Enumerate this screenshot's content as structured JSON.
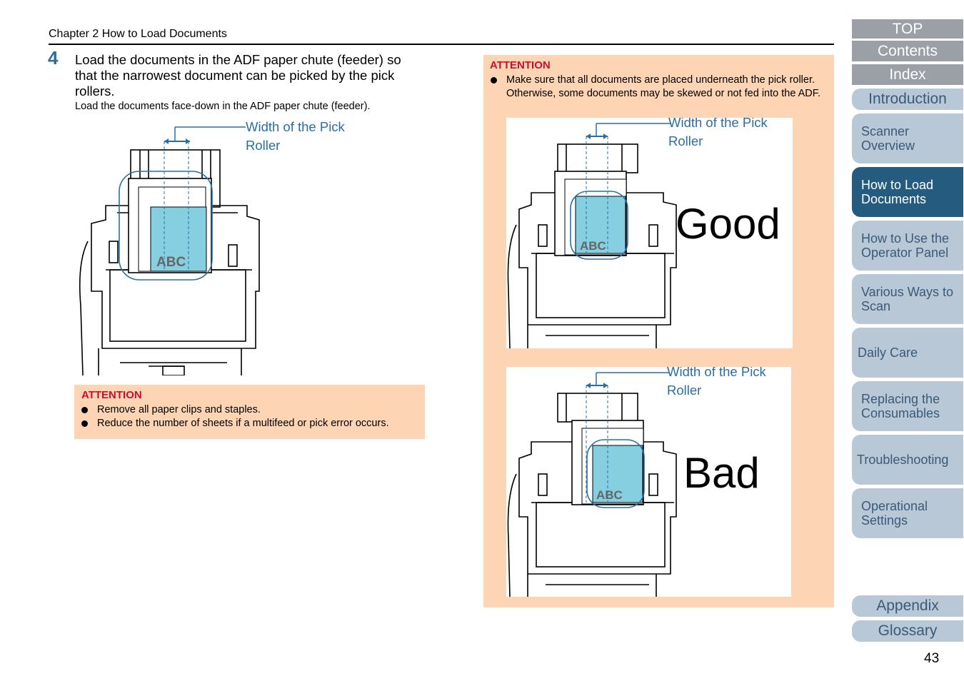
{
  "header": {
    "chapter": "Chapter 2 How to Load Documents"
  },
  "step": {
    "number": "4",
    "text": "Load the documents in the ADF paper chute (feeder) so that the narrowest document can be picked by the pick rollers.",
    "subtext": "Load the documents face-down in the ADF paper chute (feeder)."
  },
  "figure_main": {
    "callout_line1": "Width of the Pick",
    "callout_line2": "Roller",
    "doc_label": "ABC"
  },
  "attention_left": {
    "title": "ATTENTION",
    "items": [
      "Remove all paper clips and staples.",
      "Reduce the number of sheets if a multifeed or pick error occurs."
    ]
  },
  "attention_right": {
    "title": "ATTENTION",
    "item": "Make sure that all documents are placed underneath the pick roller. Otherwise, some documents may be skewed or not fed into the ADF."
  },
  "figure_good": {
    "callout_line1": "Width of the Pick",
    "callout_line2": "Roller",
    "word": "Good",
    "doc_label": "ABC"
  },
  "figure_bad": {
    "callout_line1": "Width of the Pick",
    "callout_line2": "Roller",
    "word": "Bad",
    "doc_label": "ABC"
  },
  "nav": {
    "top": "TOP",
    "contents": "Contents",
    "index": "Index",
    "introduction": "Introduction",
    "items": [
      "Scanner Overview",
      "How to Load Documents",
      "How to Use the Operator Panel",
      "Various Ways to Scan",
      "Daily Care",
      "Replacing the Consumables",
      "Troubleshooting",
      "Operational Settings"
    ],
    "appendix": "Appendix",
    "glossary": "Glossary"
  },
  "page_number": "43",
  "colors": {
    "accent": "#255b7e",
    "attention_bg": "#fdd5b4",
    "attention_title": "#c8102e",
    "callout": "#2a6ea6",
    "document": "#86cfe0"
  }
}
